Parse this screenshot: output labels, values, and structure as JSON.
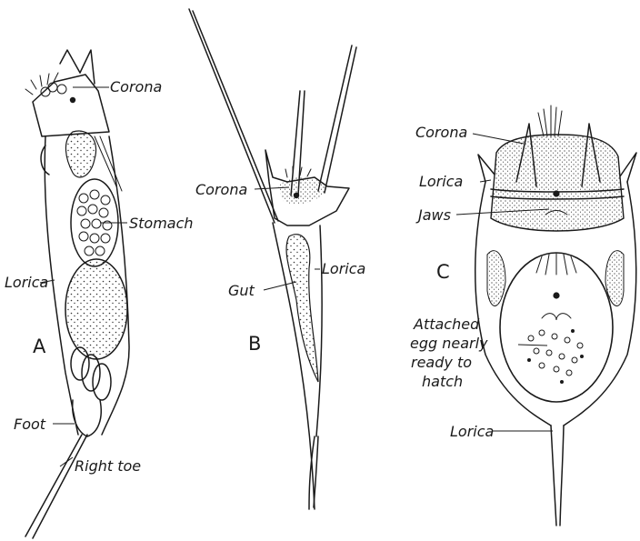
{
  "figure": {
    "panels": [
      {
        "id": "A",
        "letter": "A",
        "labels": [
          "Corona",
          "Stomach",
          "Lorica",
          "Foot",
          "Right toe"
        ]
      },
      {
        "id": "B",
        "letter": "B",
        "labels": [
          "Corona",
          "Gut",
          "Lorica"
        ]
      },
      {
        "id": "C",
        "letter": "C",
        "labels": [
          "Corona",
          "Lorica",
          "Jaws",
          "Attached",
          "egg nearly",
          "ready to",
          "hatch",
          "Lorica"
        ]
      }
    ]
  }
}
